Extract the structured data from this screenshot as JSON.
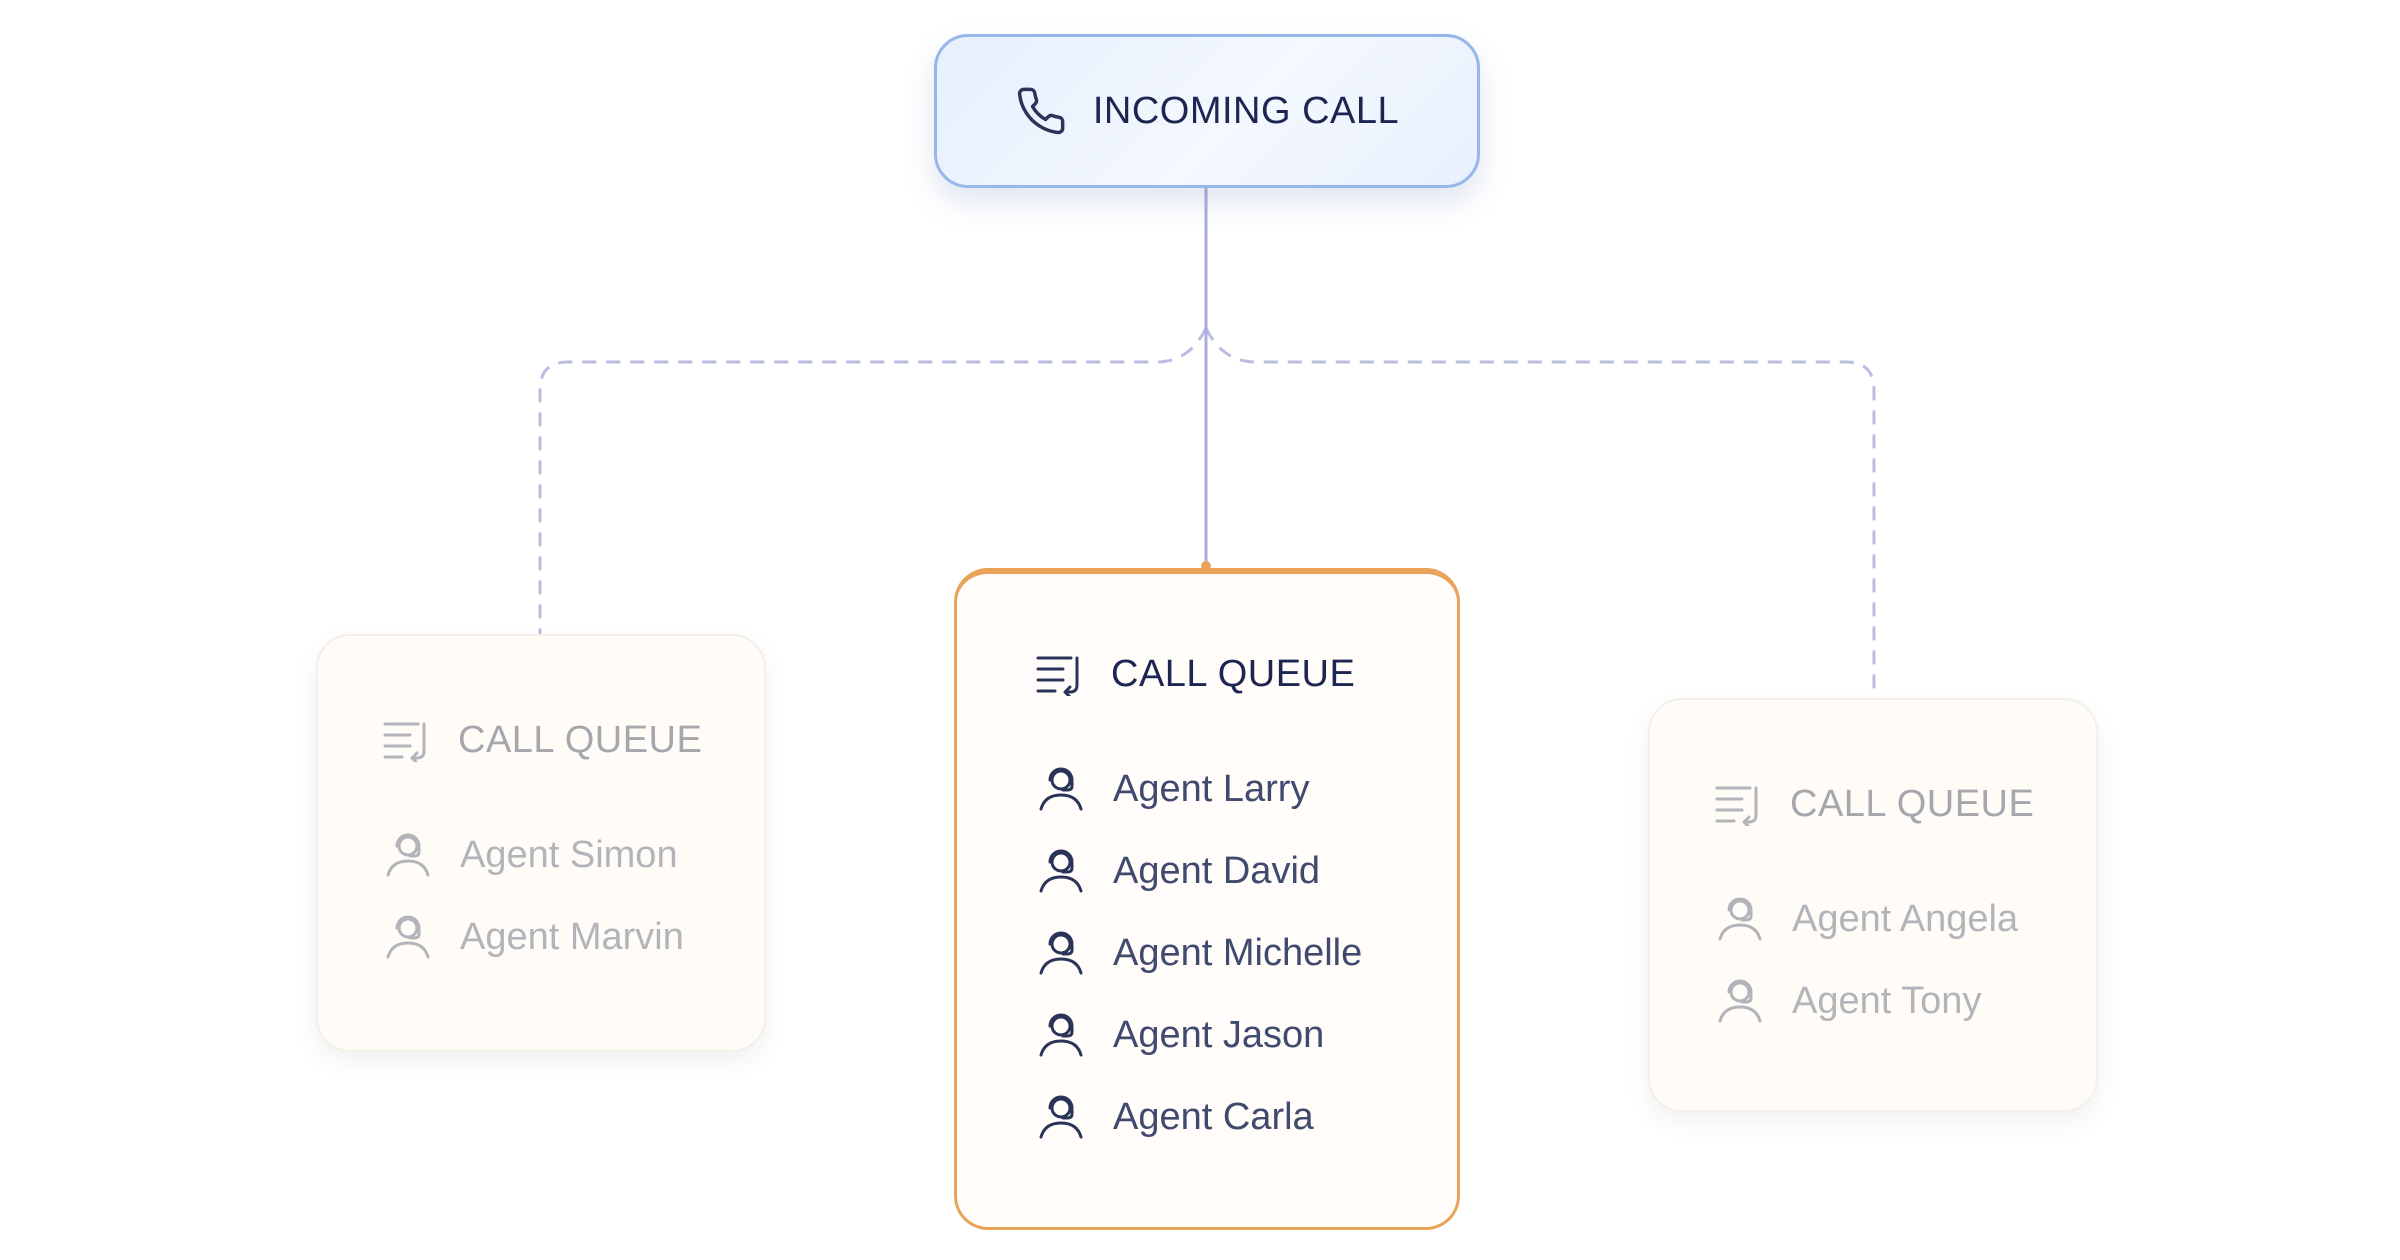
{
  "incoming": {
    "label": "INCOMING CALL",
    "icon": "phone-icon"
  },
  "queues": [
    {
      "title": "CALL QUEUE",
      "state": "inactive",
      "agents": [
        "Agent Simon",
        "Agent Marvin"
      ]
    },
    {
      "title": "CALL QUEUE",
      "state": "active",
      "agents": [
        "Agent Larry",
        "Agent David",
        "Agent Michelle",
        "Agent Jason",
        "Agent Carla"
      ]
    },
    {
      "title": "CALL QUEUE",
      "state": "inactive",
      "agents": [
        "Agent Angela",
        "Agent Tony"
      ]
    }
  ],
  "colors": {
    "incoming_border": "#97b6ea",
    "active_border": "#eaa35a",
    "connector": "#b9bde0",
    "text_dark": "#1c2650",
    "text_muted": "#a6a7ac"
  }
}
